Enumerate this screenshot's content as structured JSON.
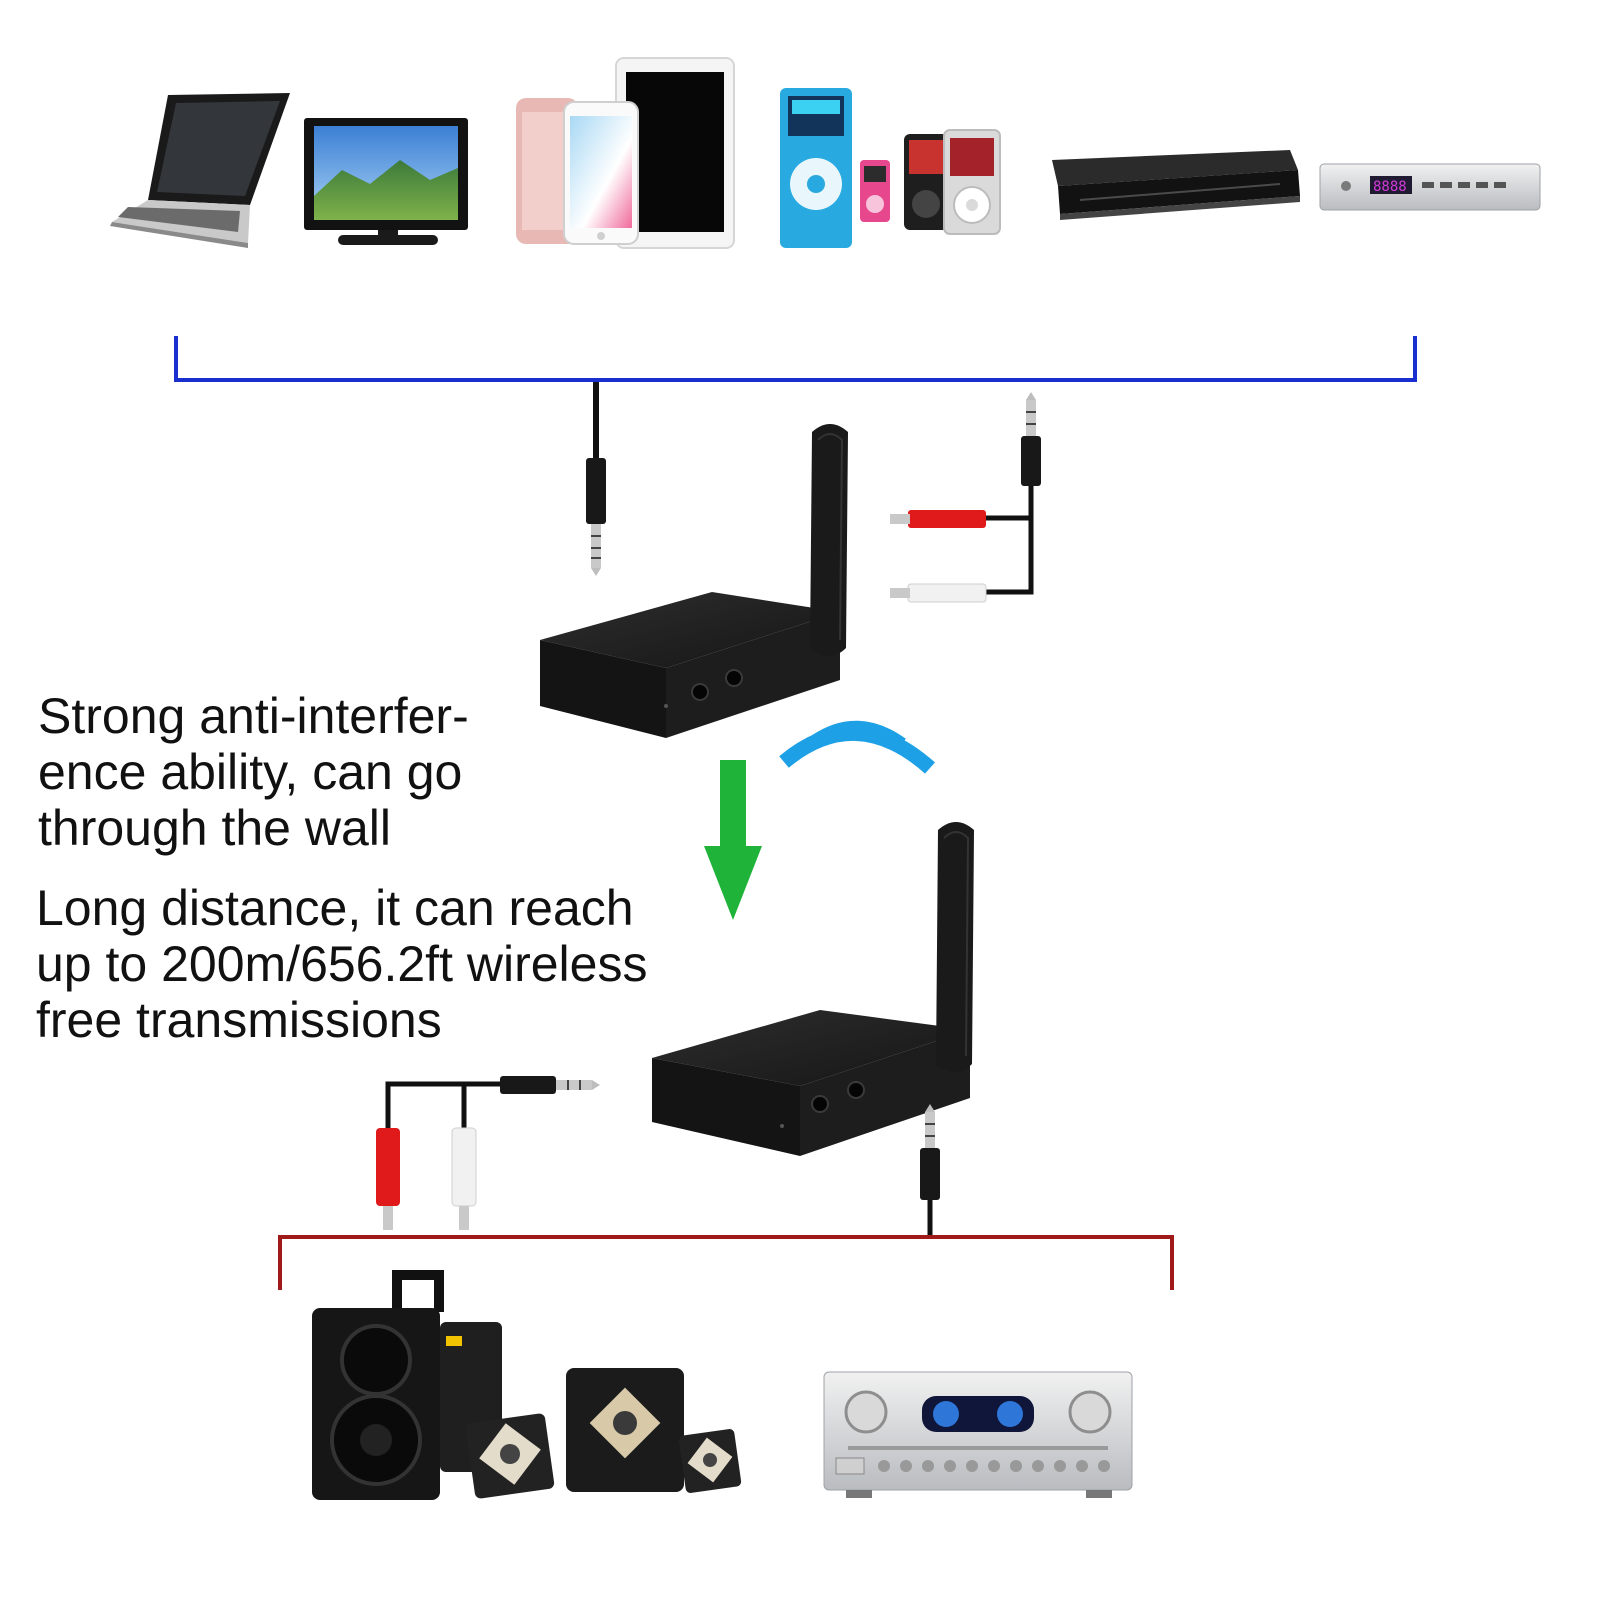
{
  "captions": {
    "anti_interference": [
      "Strong anti-interfer-",
      "ence ability, can go",
      "through the wall"
    ],
    "long_distance": [
      "Long distance, it can reach",
      "up to 200m/656.2ft wireless",
      "free transmissions"
    ]
  },
  "colors": {
    "source_bracket": "#1a2fd0",
    "output_bracket": "#a01a1a",
    "signal_arrow": "#1fb33a",
    "wireless_waves": "#1ea0e6",
    "device_body": "#1b1b1b"
  },
  "icons": {
    "source_devices": [
      "laptop-icon",
      "tv-icon",
      "phone-tablet-icon",
      "mp3-ipod-icon",
      "dvd-player-icon",
      "set-top-box-icon"
    ],
    "output_devices": [
      "speakers-icon",
      "amplifier-icon"
    ]
  }
}
